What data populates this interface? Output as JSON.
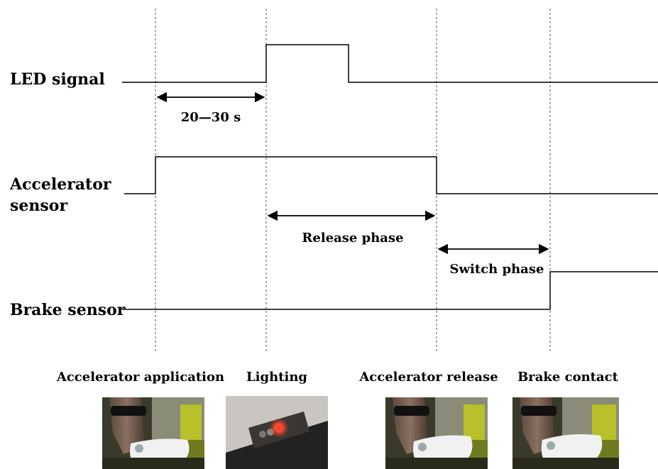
{
  "signals": {
    "led": "LED signal",
    "accelerator_line1": "Accelerator",
    "accelerator_line2": "sensor",
    "brake": "Brake sensor"
  },
  "intervals": {
    "delay": "20—30 s",
    "release": "Release phase",
    "switch": "Switch phase"
  },
  "events": [
    {
      "label": "Accelerator application",
      "photo": "foot-on-accelerator-photo"
    },
    {
      "label": "Lighting",
      "photo": "led-lit-photo"
    },
    {
      "label": "Accelerator release",
      "photo": "foot-releasing-accelerator-photo"
    },
    {
      "label": "Brake contact",
      "photo": "foot-on-brake-photo"
    }
  ],
  "colors": {
    "line": "#000000",
    "dashed": "#555555",
    "led_glow": "#ff2a1a"
  }
}
